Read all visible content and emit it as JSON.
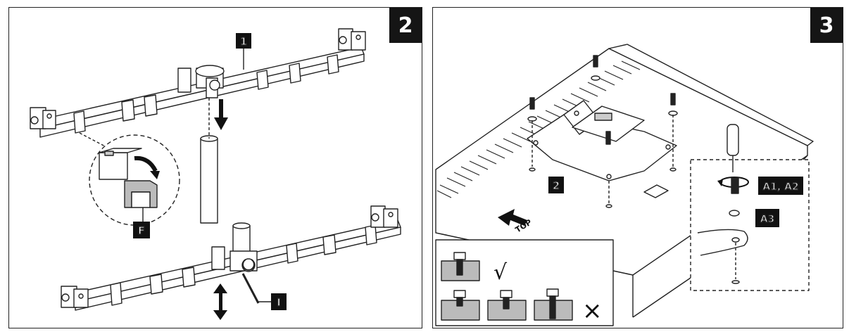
{
  "panel_left": {
    "step_number": "2",
    "callout_1": "1",
    "callout_f": "F",
    "callout_i": "I"
  },
  "panel_right": {
    "step_number": "3",
    "callout_2": "2",
    "callout_a1a2": "A1, A2",
    "callout_a3": "A3",
    "top_label": "TOP",
    "correct_mark": "√",
    "wrong_mark": "×"
  }
}
